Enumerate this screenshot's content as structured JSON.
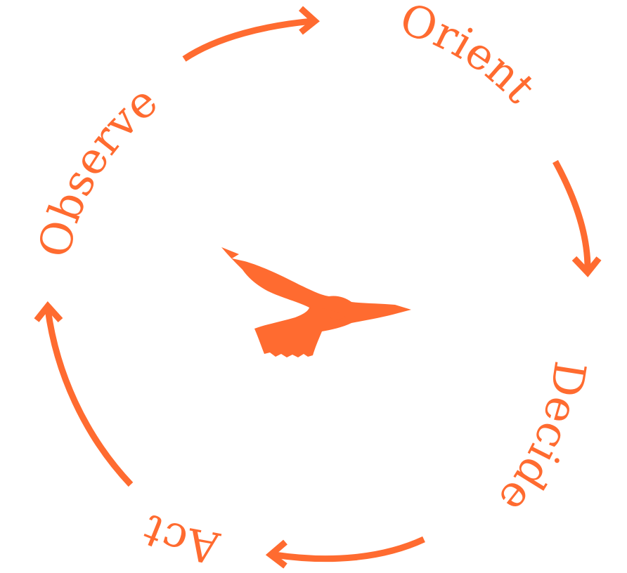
{
  "accent_color": "#FF6B30",
  "labels": {
    "observe": "Observe",
    "orient": "Orient",
    "decide": "Decide",
    "act": "Act"
  },
  "icons": {
    "center": "bird-in-flight-icon",
    "arrows": "curved-arrow-icon"
  }
}
